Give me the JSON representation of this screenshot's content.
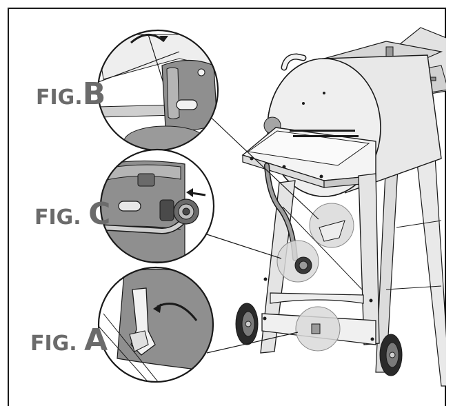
{
  "figures": {
    "b": {
      "small": "FIG.",
      "big": "B"
    },
    "c": {
      "small": "FIG. ",
      "big": "C"
    },
    "a": {
      "small": "FIG. ",
      "big": "A"
    }
  },
  "colors": {
    "ink": "#1a1a1a",
    "label_gray": "#6b6b6b",
    "tank_gray": "#8f8f8f",
    "tank_light": "#b5b5b5",
    "metal_light": "#e6e6e6",
    "metal_mid": "#cfcfcf",
    "circle_fill": "#d4d4d4"
  }
}
